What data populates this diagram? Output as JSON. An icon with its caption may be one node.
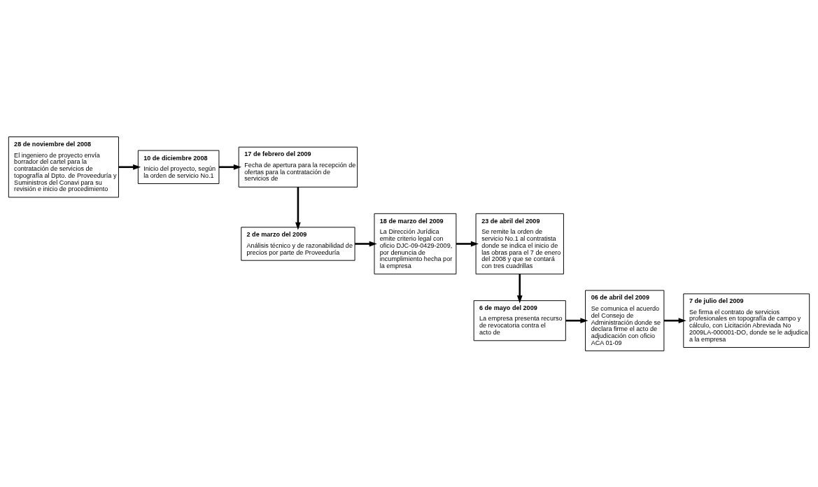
{
  "diagram": {
    "nodes": [
      {
        "text": [
          "28 de noviembre del 2008",
          "El ingeniero de proyecto envía borrador del cartel para la contratación de servicios de topografía al Dpto. de Proveeduría y Suministros del Conavi para su revisión e inicio de procedimiento"
        ]
      },
      {
        "text": [
          "10 de diciembre 2008",
          "Inicio del proyecto, según la orden de servicio No.1"
        ]
      },
      {
        "text": [
          "17 de febrero del 2009",
          "Fecha de apertura para la recepción de ofertas para la contratación de servicios de"
        ]
      },
      {
        "text": [
          "2 de marzo del 2009",
          "Análisis técnico y de razonabilidad de precios por parte de Proveeduría"
        ]
      },
      {
        "text": [
          "18 de marzo del 2009",
          "La Dirección Jurídica emite criterio legal con oficio DJC-09-0429-2009, por denuncia de incumplimiento hecha por la empresa"
        ]
      },
      {
        "text": [
          "23 de abril del 2009",
          "Se remite la orden de servicio No.1 al contratista donde se indica el inicio de las obras para el 7 de enero del 2008 y que se contará con tres cuadrillas"
        ]
      },
      {
        "text": [
          "6 de mayo del 2009",
          "La empresa presenta recurso de revocatoria contra el acto de"
        ]
      },
      {
        "text": [
          "06 de abril del 2009",
          "Se comunica el acuerdo del Consejo de Administración donde se declara firme el acto de adjudicación con oficio ACA 01-09"
        ]
      },
      {
        "text": [
          "7 de julio del 2009",
          "Se firma el contrato de servicios profesionales en topografía de campo y cálculo, con Licitación Abreviada No 2009LA-000001-DO, donde se le adjudica a la empresa"
        ]
      }
    ],
    "edges": [
      {
        "from": 0,
        "to": 1,
        "arrow": "to"
      },
      {
        "from": 1,
        "to": 2,
        "arrow": "to"
      },
      {
        "from": 2,
        "to": 3,
        "arrow": "to"
      },
      {
        "from": 3,
        "to": 4,
        "arrow": "to"
      },
      {
        "from": 4,
        "to": 5,
        "arrow": "to"
      },
      {
        "from": 5,
        "to": 6,
        "arrow": "to"
      },
      {
        "from": 6,
        "to": 7,
        "arrow": "to"
      },
      {
        "from": 7,
        "to": 8,
        "arrow": "to"
      }
    ]
  }
}
